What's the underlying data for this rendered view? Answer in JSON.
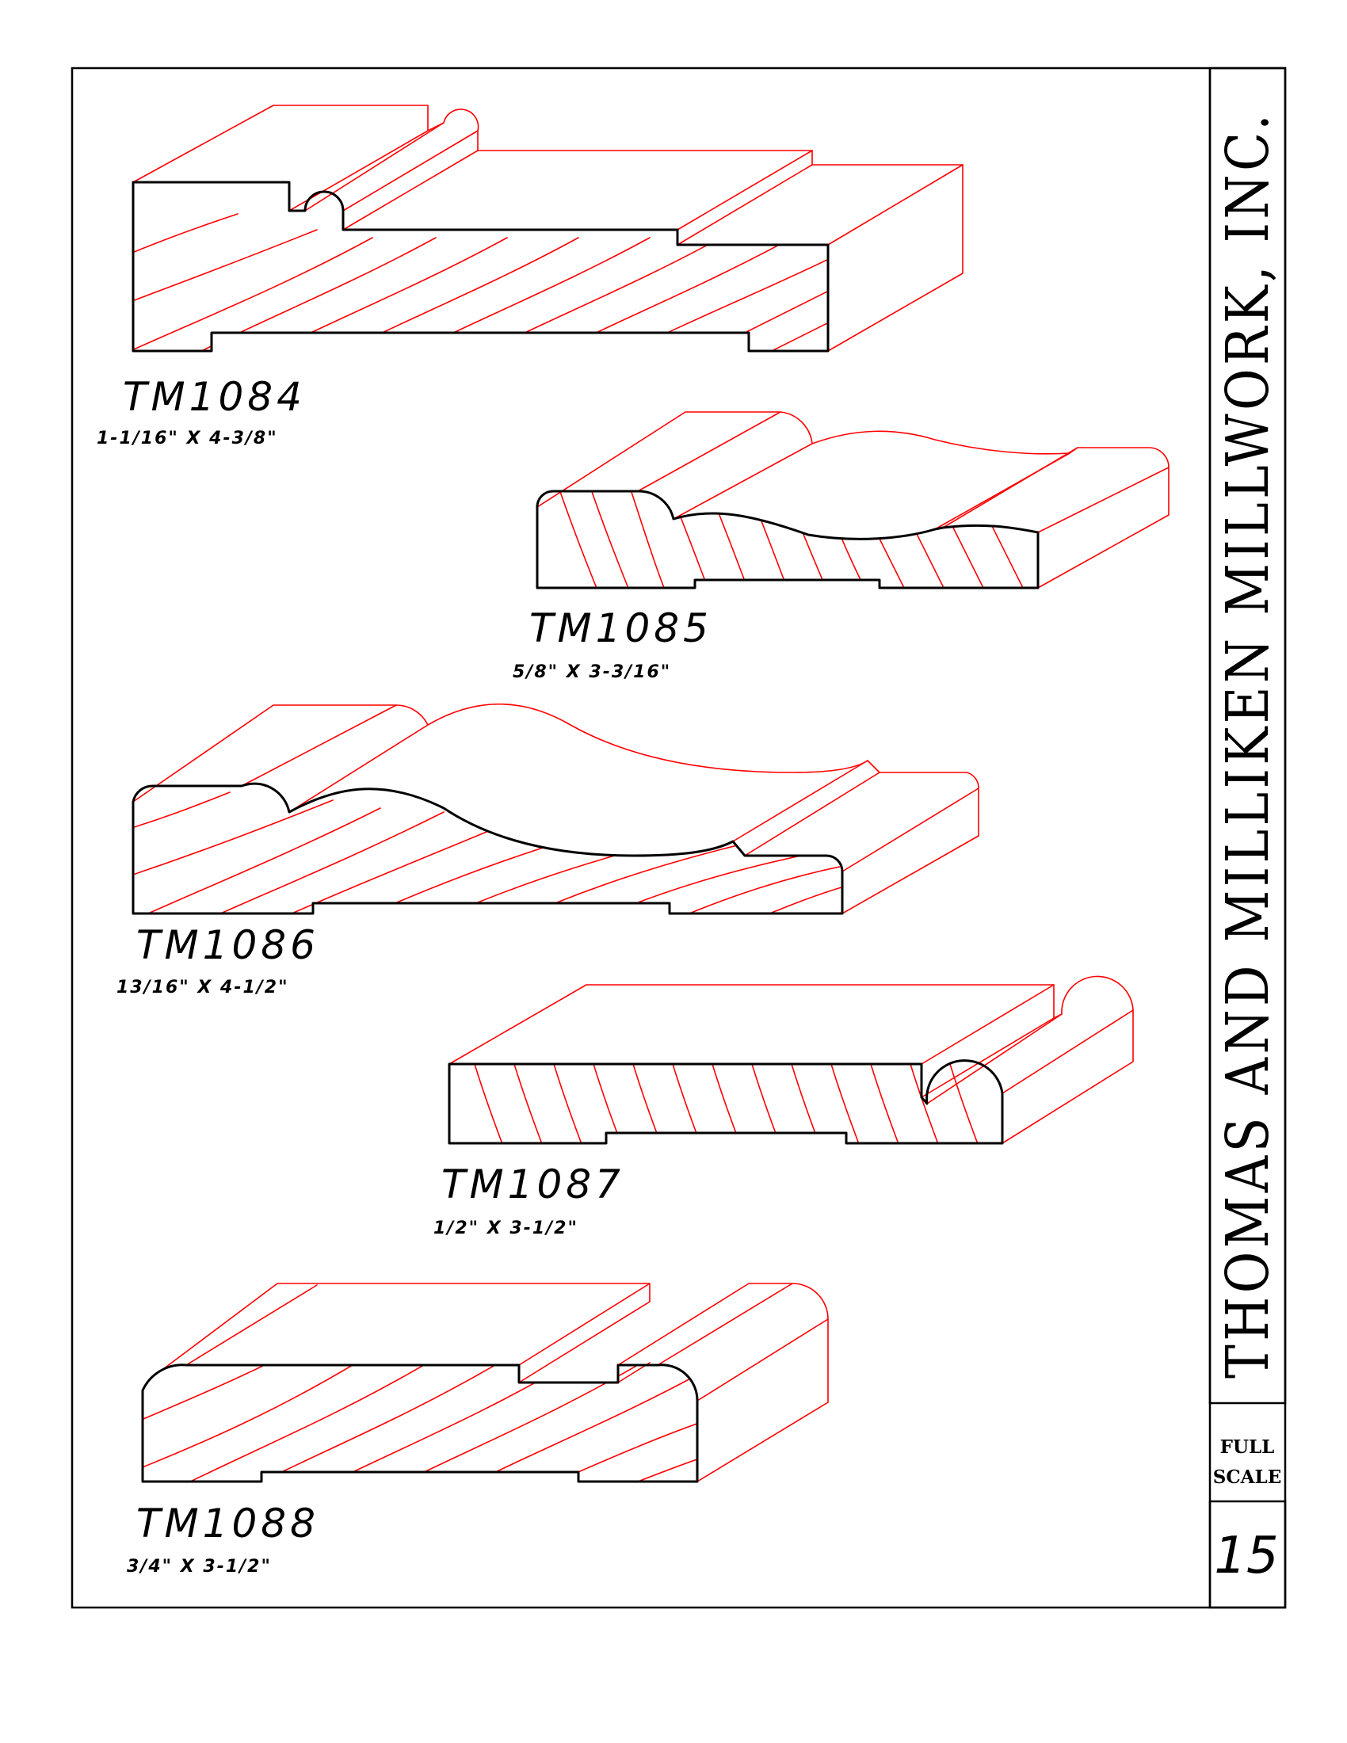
{
  "company": "THOMAS AND MILLIKEN MILLWORK, INC.",
  "scale": {
    "line1": "FULL",
    "line2": "SCALE"
  },
  "page_number": "15",
  "colors": {
    "outline": "#000000",
    "hatch": "#ff0000"
  },
  "profiles": [
    {
      "id": "TM1084",
      "name": "TM1084",
      "size": "1-1/16\"  X  4-3/8\""
    },
    {
      "id": "TM1085",
      "name": "TM1085",
      "size": "5/8\"  X  3-3/16\""
    },
    {
      "id": "TM1086",
      "name": "TM1086",
      "size": "13/16\"  X  4-1/2\""
    },
    {
      "id": "TM1087",
      "name": "TM1087",
      "size": "1/2\"  X  3-1/2\""
    },
    {
      "id": "TM1088",
      "name": "TM1088",
      "size": "3/4\"  X  3-1/2\""
    }
  ]
}
